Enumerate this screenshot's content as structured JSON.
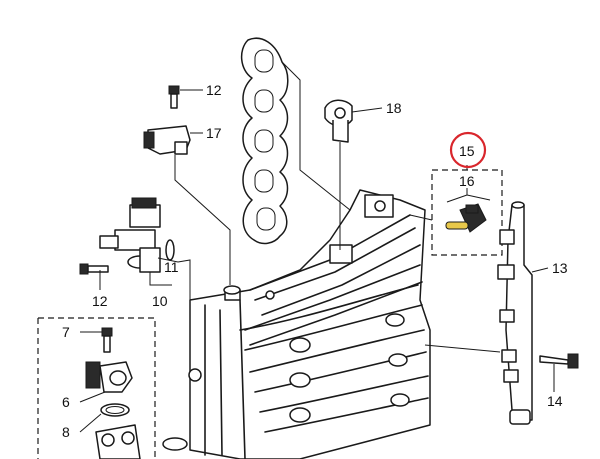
{
  "colors": {
    "highlight_circle": "#d9262c",
    "sensor_body": "#e8c84a",
    "line": "#1a1a1a"
  },
  "callouts": {
    "c12a": "12",
    "c17": "17",
    "c18": "18",
    "c15": "15",
    "c16": "16",
    "c11": "11",
    "c12b": "12",
    "c10": "10",
    "c13": "13",
    "c7": "7",
    "c6": "6",
    "c8": "8",
    "c14": "14"
  },
  "highlighted_part": "15"
}
